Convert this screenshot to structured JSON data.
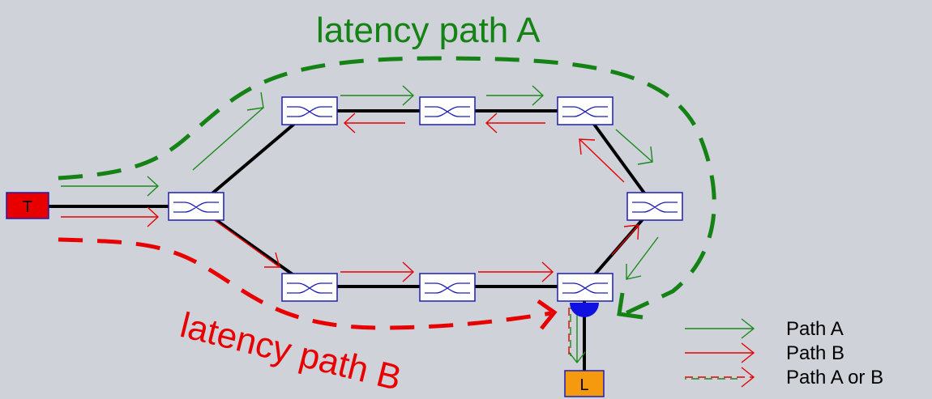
{
  "title_path_a": "latency path A",
  "title_path_b": "latency path B",
  "nodes": {
    "talker": "T",
    "listener": "L"
  },
  "legend": [
    {
      "label": "Path A",
      "color": "#1a8a1a"
    },
    {
      "label": "Path B",
      "color": "#e80000"
    },
    {
      "label": "Path A or B",
      "color": "#e80000"
    }
  ],
  "colors": {
    "background": "#cfd2d9",
    "path_a": "#1a8a1a",
    "path_b": "#e80000",
    "switch_border": "#1d1db5",
    "talker": "#e80000",
    "listener": "#f59a0f",
    "junction": "#1010e0"
  },
  "icons": [
    "switch-icon"
  ]
}
